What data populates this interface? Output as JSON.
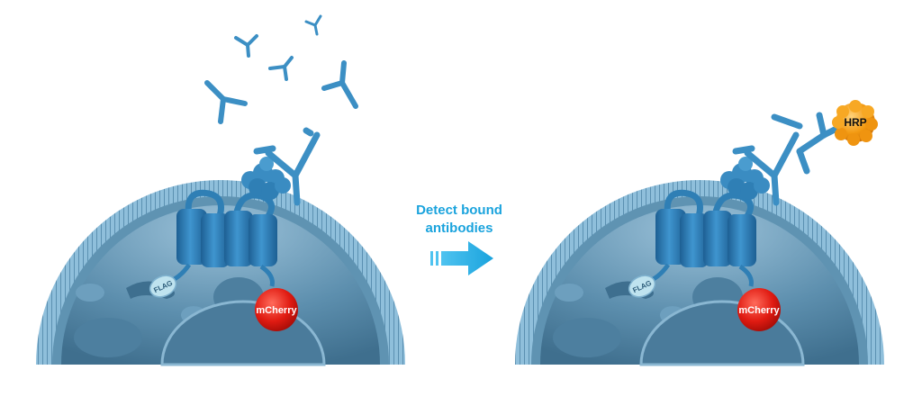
{
  "arrow": {
    "label_line1": "Detect bound",
    "label_line2": "antibodies",
    "color": "#1aa3dd"
  },
  "left_panel": {
    "tag_label": "FLAG",
    "fluor_label": "mCherry"
  },
  "right_panel": {
    "tag_label": "FLAG",
    "fluor_label": "mCherry",
    "enzyme_label": "HRP"
  },
  "colors": {
    "cell_body": "#5b8fae",
    "membrane": "#7fb2cf",
    "protein": "#2f7fb5",
    "antibody": "#3c8fc4",
    "mcherry": "#e01b12",
    "hrp": "#f39a12",
    "flag": "#bfe3ef"
  }
}
